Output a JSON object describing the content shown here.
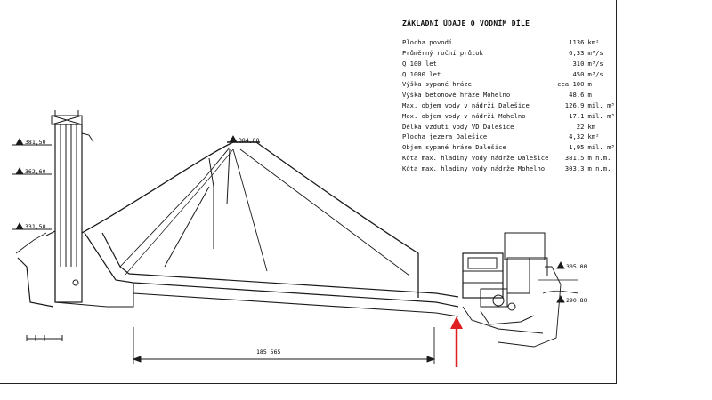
{
  "table": {
    "title": "ZÁKLADNÍ ÚDAJE O VODNÍM DÍLE",
    "rows": [
      {
        "label": "Plocha povodí",
        "value": "1136",
        "unit": "km²"
      },
      {
        "label": "Průměrný roční průtok",
        "value": "6,33",
        "unit": "m³/s"
      },
      {
        "label": "Q 100 let",
        "value": "310",
        "unit": "m³/s"
      },
      {
        "label": "Q 1000 let",
        "value": "450",
        "unit": "m³/s"
      },
      {
        "label": "Výška sypané hráze",
        "value": "cca 100",
        "unit": "m"
      },
      {
        "label": "Výška betonové hráze Mohelno",
        "value": "48,6",
        "unit": "m"
      },
      {
        "label": "Max. objem vody v nádrži Dalešice",
        "value": "126,9",
        "unit": "mil. m³"
      },
      {
        "label": "Max. objem vody v nádrži Mohelno",
        "value": "17,1",
        "unit": "mil. m³"
      },
      {
        "label": "Délka vzdutí vody VD Dalešice",
        "value": "22",
        "unit": "km"
      },
      {
        "label": "Plocha jezera Dalešice",
        "value": "4,32",
        "unit": "km²"
      },
      {
        "label": "Objem sypané hráze Dalešice",
        "value": "1,95",
        "unit": "mil. m³"
      },
      {
        "label": "Kóta max. hladiny vody nádrže Dalešice",
        "value": "381,5",
        "unit": "m n.m."
      },
      {
        "label": "Kóta max. hladiny vody nádrže Mohelno",
        "value": "303,3",
        "unit": "m n.m."
      }
    ]
  },
  "elevations": {
    "e1": "381,50",
    "e2": "362,60",
    "e3": "331,50",
    "crest": "384,00",
    "e4": "305,00",
    "e5": "290,80"
  },
  "dimension": "185 565",
  "colors": {
    "line": "#1a1a1a",
    "marker": "#e02020"
  }
}
